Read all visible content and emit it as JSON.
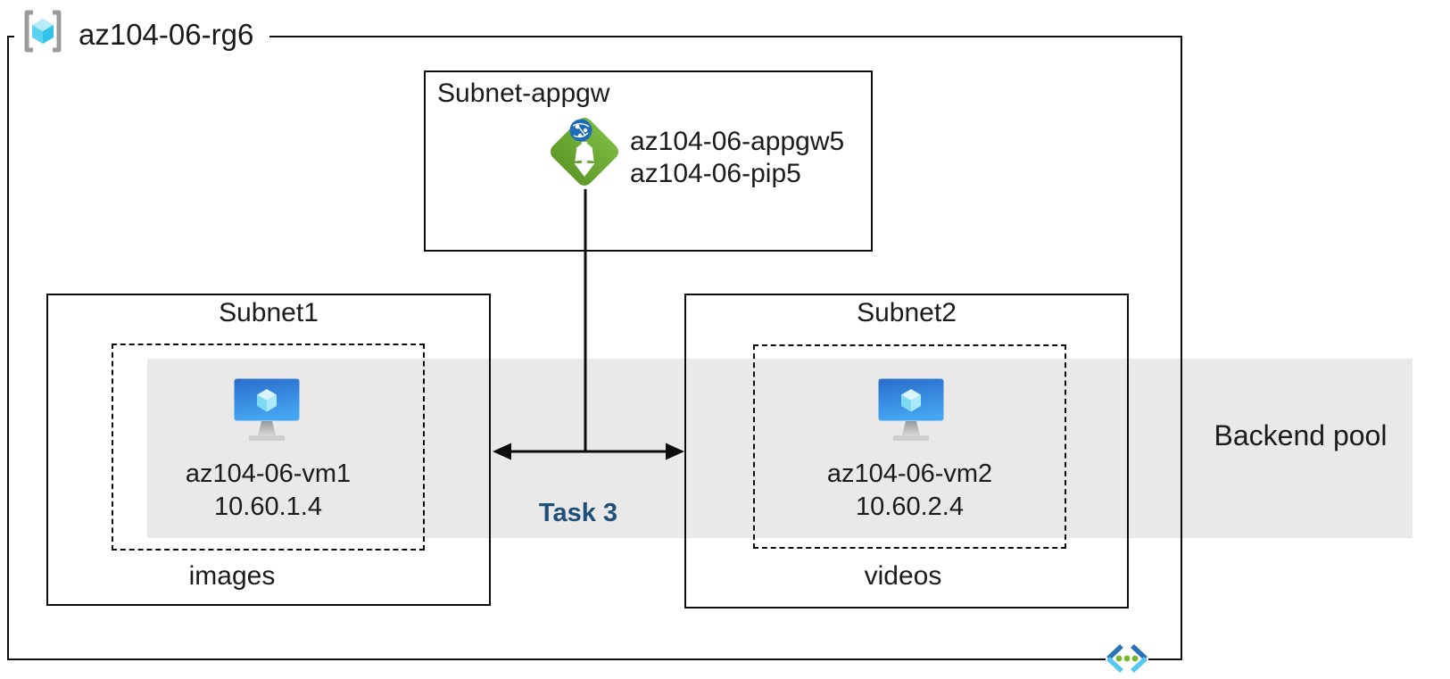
{
  "resource_group": {
    "label": "az104-06-rg6",
    "icon": "resource-group-icon"
  },
  "appgw_subnet": {
    "title": "Subnet-appgw",
    "gateway_name": "az104-06-appgw5",
    "public_ip_name": "az104-06-pip5",
    "icon": "application-gateway-icon"
  },
  "subnet1": {
    "title": "Subnet1",
    "vm_name": "az104-06-vm1",
    "vm_ip": "10.60.1.4",
    "footer_label": "images",
    "icon": "virtual-machine-icon"
  },
  "subnet2": {
    "title": "Subnet2",
    "vm_name": "az104-06-vm2",
    "vm_ip": "10.60.2.4",
    "footer_label": "videos",
    "icon": "virtual-machine-icon"
  },
  "backend_pool": {
    "label": "Backend pool"
  },
  "task": {
    "label": "Task 3"
  },
  "colors": {
    "backend_band": "#e9e9e9",
    "task_text": "#1f4e79",
    "connector_line": "#0d0d0d",
    "appgw_green": "#6fae38",
    "appgw_globe_blue": "#1e6cb5",
    "vm_screen_blue_top": "#2a6dcb",
    "vm_screen_blue_bottom": "#44a5f2",
    "rg_cube_cyan": "#30c3e8",
    "rg_bracket_gray": "#9b9b9b",
    "code_icon_blue": "#2b73b8",
    "code_icon_cyan": "#55c9f1",
    "code_icon_green": "#77b829"
  }
}
